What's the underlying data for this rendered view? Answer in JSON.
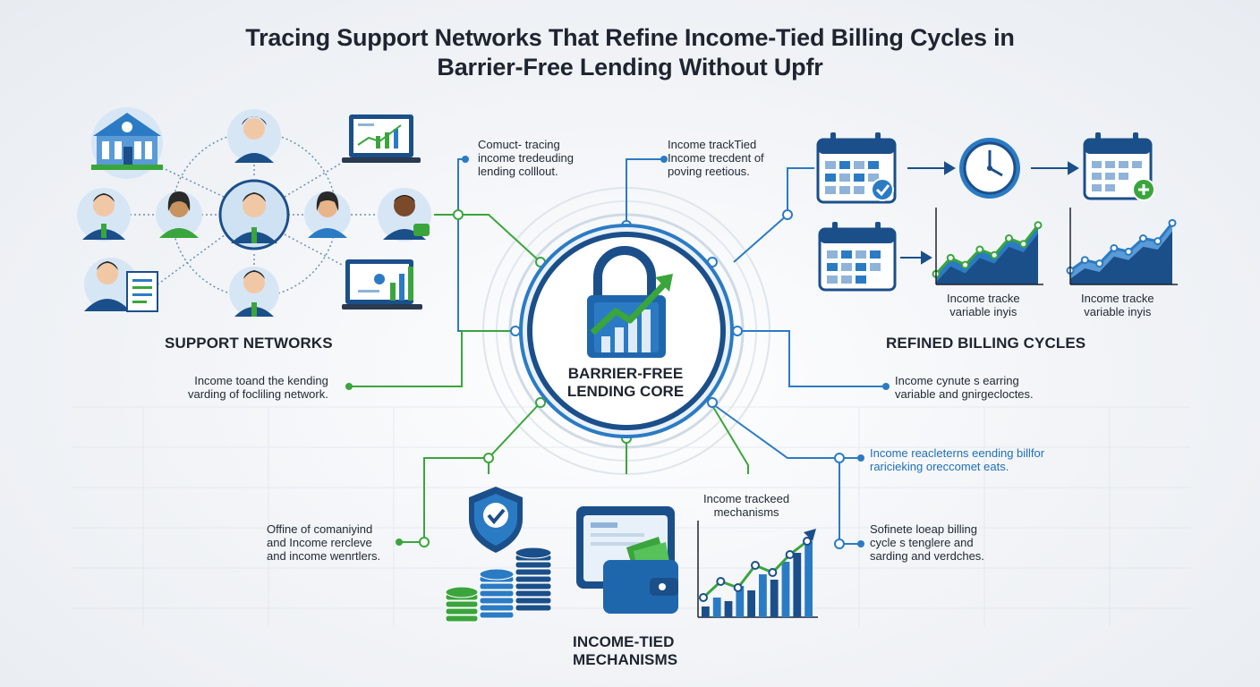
{
  "title": {
    "line1": "Tracing Support Networks That Refine Income-Tied Billing Cycles in",
    "line2": "Barrier-Free Lending Without Upfr"
  },
  "core": {
    "line1": "BARRIER-FREE",
    "line2": "LENDING CORE"
  },
  "sections": {
    "support": "SUPPORT NETWORKS",
    "billing": "REFINED BILLING CYCLES",
    "income": "INCOME-TIED",
    "income2": "MECHANISMS"
  },
  "labels": {
    "top_left": [
      "Comuct- tracing",
      "income tredeuding",
      "lending colllout."
    ],
    "top_mid": [
      "Income trackTied",
      "Income trecdent of",
      "poving reetious."
    ],
    "left_mid": [
      "Income toand the kending",
      "varding of focliling network."
    ],
    "right_mid": [
      "Income cynute s earring",
      "variable and gnirgecloctes."
    ],
    "right_low": [
      "Income reacleterns eending billfor",
      "raricieking oreccomet eats."
    ],
    "right_bottom": [
      "Sofinete loeap billing",
      "cycle s tenglere and",
      "sarding and verdches."
    ],
    "left_bottom": [
      "Offine of comaniyind",
      "and Income rercleve",
      "and income wenrtlers."
    ],
    "mech_chart": [
      "Income trackeed",
      "mechanisms"
    ]
  },
  "billing_charts": [
    {
      "caption": [
        "Income tracke",
        "variable inyis"
      ],
      "line": [
        0.15,
        0.38,
        0.28,
        0.5,
        0.42,
        0.66,
        0.58,
        0.85
      ]
    },
    {
      "caption": [
        "Income tracke",
        "variable inyis"
      ],
      "line": [
        0.2,
        0.35,
        0.3,
        0.52,
        0.47,
        0.66,
        0.62,
        0.88
      ]
    }
  ],
  "mech_chart": {
    "bars": [
      0.12,
      0.22,
      0.18,
      0.35,
      0.3,
      0.48,
      0.42,
      0.62,
      0.72,
      0.85
    ],
    "line": [
      0.22,
      0.4,
      0.33,
      0.58,
      0.5,
      0.7,
      0.85
    ]
  },
  "colors": {
    "navy": "#1b4f8a",
    "blue": "#2b7bc4",
    "lightblue": "#cfe2f4",
    "green": "#3aa53c",
    "darkgreen": "#2a8a33",
    "skin": "#f1c8a6",
    "text": "#1e2430"
  },
  "icons": [
    "bank-icon",
    "person-icon",
    "laptop-chart-icon",
    "lock-icon",
    "calendar-icon",
    "clock-icon",
    "shield-check-icon",
    "coin-stack-icon",
    "wallet-icon",
    "bar-chart-icon",
    "line-chart-icon"
  ]
}
